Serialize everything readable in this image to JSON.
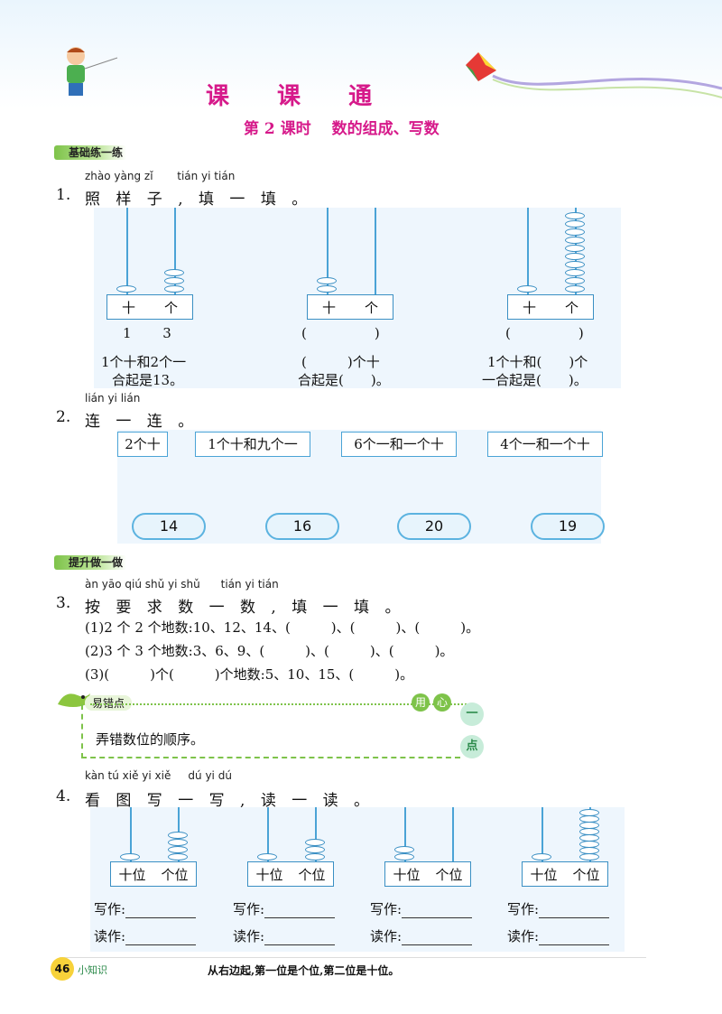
{
  "header": {
    "title": "课 课 通",
    "lesson": "第 2 课时　 数的组成、写数"
  },
  "sections": {
    "basic": "基础练一练",
    "improve": "提升做一做"
  },
  "q1": {
    "pinyin": "zhào yàng zǐ       tián yi tián",
    "num": "1.",
    "text": "照 样 子 , 填 一 填 。",
    "labels": {
      "ten": "十",
      "one": "个"
    },
    "a": {
      "digits": "1　　 3",
      "line1": "1个十和2个一",
      "line2": "合起是13。"
    },
    "b": {
      "digits": "(　　　　　)",
      "line1": "(　　　)个十",
      "line2": "合起是(　　)。"
    },
    "c": {
      "digits": "(　　　　　)",
      "line1": "1个十和(　　)个",
      "line2": "一合起是(　　)。"
    }
  },
  "q2": {
    "pinyin": "lián yi lián",
    "num": "2.",
    "text": "连 一 连 。",
    "boxes": [
      "2个十",
      "1个十和九个一",
      "6个一和一个十",
      "4个一和一个十"
    ],
    "clouds": [
      "14",
      "16",
      "20",
      "19"
    ]
  },
  "q3": {
    "pinyin": "àn yāo qiú shǔ yi shǔ      tián yi tián",
    "num": "3.",
    "text": "按 要 求 数 一 数 , 填 一 填 。",
    "l1": "(1)2 个 2 个地数:10、12、14、(　　　)、(　　　)、(　　　)。",
    "l2": "(2)3 个 3 个地数:3、6、9、(　　　)、(　　　)、(　　　)。",
    "l3": "(3)(　　　)个(　　　)个地数:5、10、15、(　　　)。"
  },
  "easyMistake": {
    "tag": "易错点",
    "text": "弄错数位的顺序。",
    "badge1": "用",
    "badge2": "心",
    "side1": "一",
    "side2": "点"
  },
  "q4": {
    "pinyin": "kàn tú xiě yi xiě     dú yi dú",
    "num": "4.",
    "text": "看 图 写 一 写 , 读 一 读 。",
    "ten": "十位",
    "one": "个位",
    "write": "写作:",
    "read": "读作:"
  },
  "footer": {
    "page": "46",
    "tag": "小知识",
    "tip": "从右边起,第一位是个位,第二位是十位。"
  }
}
